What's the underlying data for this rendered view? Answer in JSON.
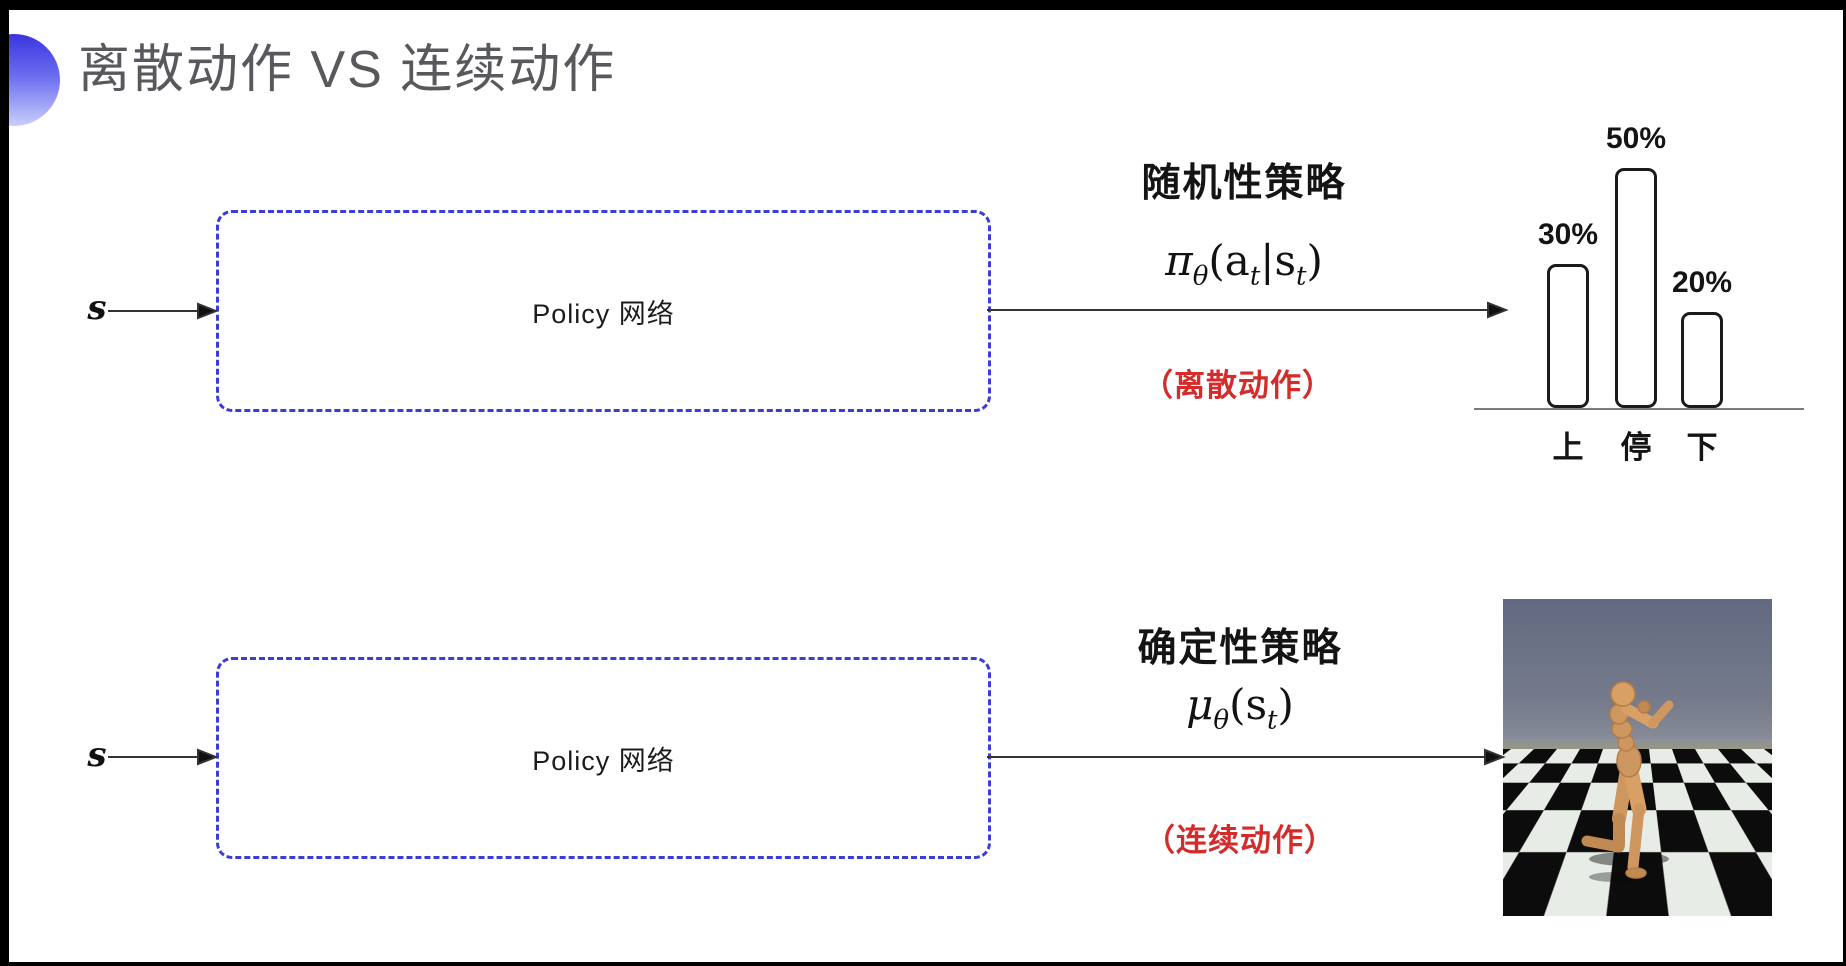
{
  "title": "离散动作 VS 连续动作",
  "rows": [
    {
      "input_label": "s",
      "box_label": "Policy 网络",
      "policy_type": "随机性策略",
      "formula": {
        "p1": "π",
        "s1": "θ",
        "p2": "(a",
        "s2": "t",
        "p3": "|s",
        "s3": "t",
        "p4": ")"
      },
      "action_note": "（离散动作）"
    },
    {
      "input_label": "s",
      "box_label": "Policy 网络",
      "policy_type": "确定性策略",
      "formula": {
        "p1": "μ",
        "s1": "θ",
        "p2": "(s",
        "s2": "t",
        "p3": ")",
        "s3": "",
        "p4": ""
      },
      "action_note": "（连续动作）"
    }
  ],
  "chart_data": {
    "type": "bar",
    "categories": [
      "上",
      "停",
      "下"
    ],
    "values": [
      30,
      50,
      20
    ],
    "labels": [
      "30%",
      "50%",
      "20%"
    ],
    "title": "",
    "xlabel": "",
    "ylabel": "",
    "ylim": [
      0,
      60
    ],
    "legend": "none",
    "grid": false,
    "style": "outlined rounded white bars on single baseline"
  },
  "colors": {
    "box_dash_blue": "#3c3cd9",
    "note_red": "#d42b2b",
    "title_gray": "#58595d",
    "bullet_blue_top": "#3a35df",
    "bullet_blue_bottom": "#c9cefb",
    "sim_sky": "#6e7486",
    "sim_floor_light": "#e7ede6",
    "sim_floor_dark": "#0c0c0c",
    "robot_tan": "#cf9760"
  }
}
